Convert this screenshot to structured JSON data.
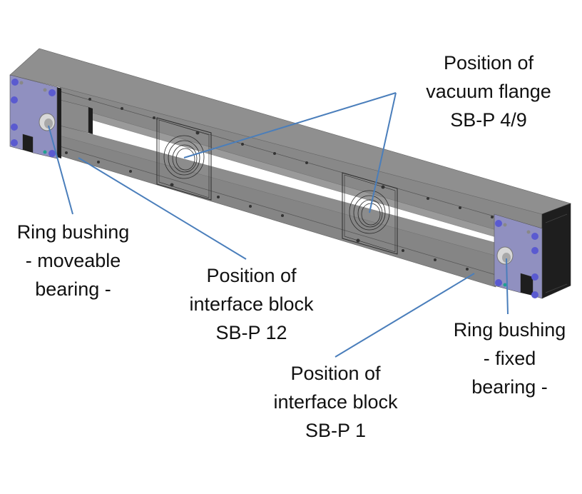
{
  "figure": {
    "subject": "Support beam assembly (isometric CAD view)",
    "colors": {
      "beam_top": "#8f8f8f",
      "beam_front": "#858585",
      "beam_dark": "#1e1e1e",
      "end_plate": "#9090c0",
      "screw": "#5a5ad0",
      "leader_line": "#4a7ebb",
      "label_text": "#111111"
    }
  },
  "labels": {
    "vacuum_flange": {
      "lines": [
        "Position of",
        "vacuum flange",
        "SB-P 4/9"
      ]
    },
    "ring_bushing_moveable": {
      "lines": [
        "Ring bushing",
        "- moveable",
        "bearing -"
      ]
    },
    "interface_block_12": {
      "lines": [
        "Position of",
        "interface block",
        "SB-P 12"
      ]
    },
    "ring_bushing_fixed": {
      "lines": [
        "Ring bushing",
        "- fixed",
        "bearing -"
      ]
    },
    "interface_block_1": {
      "lines": [
        "Position of",
        "interface block",
        "SB-P 1"
      ]
    }
  }
}
